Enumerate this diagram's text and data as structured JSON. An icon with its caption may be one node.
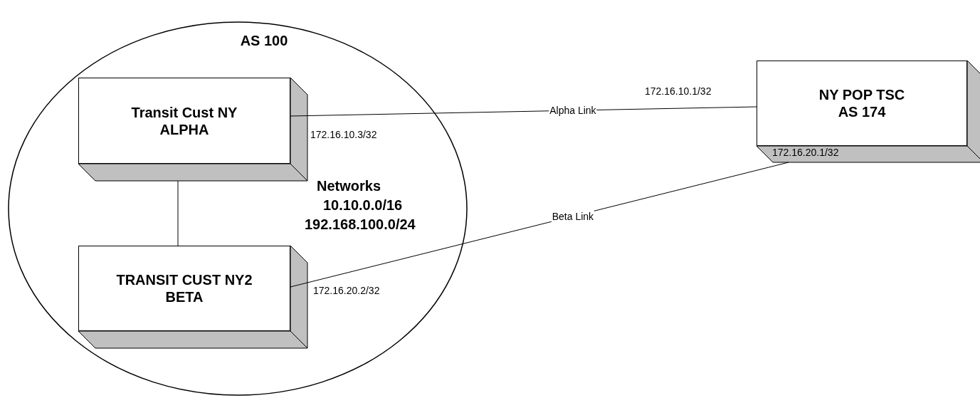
{
  "diagram": {
    "nodes": [
      {
        "text": [
          "AS 100"
        ]
      },
      {
        "text": [
          "Transit Cust NY ALPHA"
        ],
        "in": 0
      },
      {
        "text": [
          "TRANSIT CUST NY2 BETA"
        ],
        "in": 0
      },
      {
        "text": [
          "NY POP TSC AS 174"
        ]
      }
    ],
    "edges": [
      {
        "from": 1,
        "to": 2,
        "arrow": "none"
      },
      {
        "from": 1,
        "to": 3,
        "arrow": "none",
        "label": "Alpha Link"
      },
      {
        "from": 2,
        "to": 3,
        "arrow": "none",
        "label": "Beta Link"
      }
    ],
    "labels": [
      "172.16.10.1/32",
      "172.16.10.3/32",
      "172.16.20.1/32",
      "Networks",
      "10.10.0.0/16",
      "192.168.100.0/24",
      "172.16.20.2/32"
    ]
  }
}
